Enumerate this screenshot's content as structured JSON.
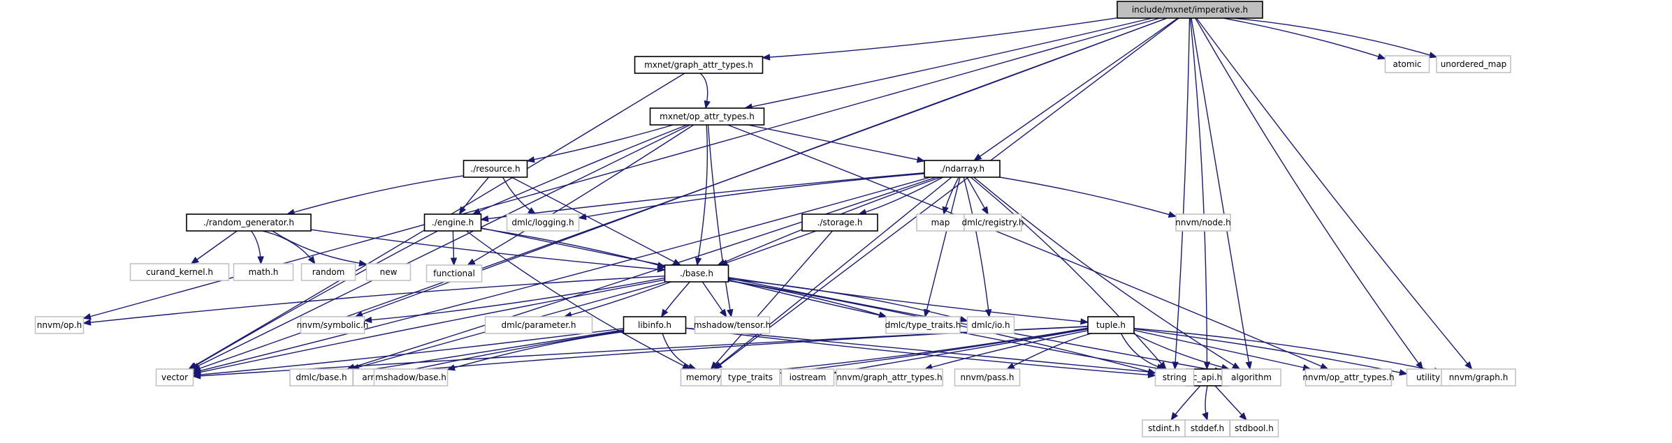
{
  "title": "include/mxnet/imperative.h include dependency graph",
  "colors": {
    "edge": "#191970",
    "root_fill": "#bfbfbf",
    "local_border": "#000000",
    "external_border": "#bfbfbf"
  },
  "nodes": [
    {
      "id": "imperative",
      "label": "include/mxnet/imperative.h",
      "kind": "root"
    },
    {
      "id": "graph_attr_types",
      "label": "mxnet/graph_attr_types.h",
      "kind": "local"
    },
    {
      "id": "op_attr_types",
      "label": "mxnet/op_attr_types.h",
      "kind": "local"
    },
    {
      "id": "resource",
      "label": "./resource.h",
      "kind": "local"
    },
    {
      "id": "ndarray",
      "label": "./ndarray.h",
      "kind": "local"
    },
    {
      "id": "random_generator",
      "label": "./random_generator.h",
      "kind": "local"
    },
    {
      "id": "engine",
      "label": "./engine.h",
      "kind": "local"
    },
    {
      "id": "storage",
      "label": "./storage.h",
      "kind": "local"
    },
    {
      "id": "base",
      "label": "./base.h",
      "kind": "local"
    },
    {
      "id": "libinfo",
      "label": "libinfo.h",
      "kind": "local"
    },
    {
      "id": "tuple",
      "label": "tuple.h",
      "kind": "local"
    },
    {
      "id": "c_api",
      "label": "c_api.h",
      "kind": "local"
    },
    {
      "id": "atomic",
      "label": "atomic",
      "kind": "external"
    },
    {
      "id": "unordered_map",
      "label": "unordered_map",
      "kind": "external"
    },
    {
      "id": "dmlc_logging",
      "label": "dmlc/logging.h",
      "kind": "external"
    },
    {
      "id": "map",
      "label": "map",
      "kind": "external"
    },
    {
      "id": "dmlc_registry",
      "label": "dmlc/registry.h",
      "kind": "external"
    },
    {
      "id": "nnvm_node",
      "label": "nnvm/node.h",
      "kind": "external"
    },
    {
      "id": "curand_kernel",
      "label": "curand_kernel.h",
      "kind": "external"
    },
    {
      "id": "math_h",
      "label": "math.h",
      "kind": "external"
    },
    {
      "id": "random",
      "label": "random",
      "kind": "external"
    },
    {
      "id": "new",
      "label": "new",
      "kind": "external"
    },
    {
      "id": "functional",
      "label": "functional",
      "kind": "external"
    },
    {
      "id": "nnvm_op",
      "label": "nnvm/op.h",
      "kind": "external"
    },
    {
      "id": "nnvm_symbolic",
      "label": "nnvm/symbolic.h",
      "kind": "external"
    },
    {
      "id": "dmlc_parameter",
      "label": "dmlc/parameter.h",
      "kind": "external"
    },
    {
      "id": "mshadow_tensor",
      "label": "mshadow/tensor.h",
      "kind": "external"
    },
    {
      "id": "dmlc_type_traits",
      "label": "dmlc/type_traits.h",
      "kind": "external"
    },
    {
      "id": "dmlc_io",
      "label": "dmlc/io.h",
      "kind": "external"
    },
    {
      "id": "vector",
      "label": "vector",
      "kind": "external"
    },
    {
      "id": "dmlc_base",
      "label": "dmlc/base.h",
      "kind": "external"
    },
    {
      "id": "array",
      "label": "array",
      "kind": "external"
    },
    {
      "id": "mshadow_base",
      "label": "mshadow/base.h",
      "kind": "external"
    },
    {
      "id": "memory",
      "label": "memory",
      "kind": "external"
    },
    {
      "id": "type_traits",
      "label": "type_traits",
      "kind": "external"
    },
    {
      "id": "iostream",
      "label": "iostream",
      "kind": "external"
    },
    {
      "id": "nnvm_graph_attr_types",
      "label": "nnvm/graph_attr_types.h",
      "kind": "external"
    },
    {
      "id": "nnvm_pass",
      "label": "nnvm/pass.h",
      "kind": "external"
    },
    {
      "id": "string",
      "label": "string",
      "kind": "external"
    },
    {
      "id": "algorithm",
      "label": "algorithm",
      "kind": "external"
    },
    {
      "id": "nnvm_op_attr_types",
      "label": "nnvm/op_attr_types.h",
      "kind": "external"
    },
    {
      "id": "utility",
      "label": "utility",
      "kind": "external"
    },
    {
      "id": "nnvm_graph",
      "label": "nnvm/graph.h",
      "kind": "external"
    },
    {
      "id": "stdint",
      "label": "stdint.h",
      "kind": "external"
    },
    {
      "id": "stddef",
      "label": "stddef.h",
      "kind": "external"
    },
    {
      "id": "stdbool",
      "label": "stdbool.h",
      "kind": "external"
    }
  ],
  "edges": [
    [
      "imperative",
      "graph_attr_types"
    ],
    [
      "imperative",
      "op_attr_types"
    ],
    [
      "imperative",
      "ndarray"
    ],
    [
      "imperative",
      "atomic"
    ],
    [
      "imperative",
      "unordered_map"
    ],
    [
      "imperative",
      "vector"
    ],
    [
      "imperative",
      "nnvm_op"
    ],
    [
      "imperative",
      "nnvm_symbolic"
    ],
    [
      "imperative",
      "string"
    ],
    [
      "imperative",
      "c_api"
    ],
    [
      "imperative",
      "utility"
    ],
    [
      "imperative",
      "nnvm_graph"
    ],
    [
      "imperative",
      "algorithm"
    ],
    [
      "imperative",
      "memory"
    ],
    [
      "graph_attr_types",
      "op_attr_types"
    ],
    [
      "graph_attr_types",
      "vector"
    ],
    [
      "op_attr_types",
      "resource"
    ],
    [
      "op_attr_types",
      "ndarray"
    ],
    [
      "op_attr_types",
      "engine"
    ],
    [
      "op_attr_types",
      "base"
    ],
    [
      "op_attr_types",
      "functional"
    ],
    [
      "op_attr_types",
      "mshadow_tensor"
    ],
    [
      "op_attr_types",
      "vector"
    ],
    [
      "op_attr_types",
      "nnvm_op_attr_types"
    ],
    [
      "resource",
      "random_generator"
    ],
    [
      "resource",
      "engine"
    ],
    [
      "resource",
      "dmlc_logging"
    ],
    [
      "resource",
      "base"
    ],
    [
      "ndarray",
      "engine"
    ],
    [
      "ndarray",
      "dmlc_logging"
    ],
    [
      "ndarray",
      "storage"
    ],
    [
      "ndarray",
      "map"
    ],
    [
      "ndarray",
      "dmlc_registry"
    ],
    [
      "ndarray",
      "nnvm_node"
    ],
    [
      "ndarray",
      "base"
    ],
    [
      "ndarray",
      "vector"
    ],
    [
      "ndarray",
      "dmlc_base"
    ],
    [
      "ndarray",
      "dmlc_type_traits"
    ],
    [
      "ndarray",
      "dmlc_io"
    ],
    [
      "ndarray",
      "string"
    ],
    [
      "ndarray",
      "algorithm"
    ],
    [
      "ndarray",
      "memory"
    ],
    [
      "random_generator",
      "curand_kernel"
    ],
    [
      "random_generator",
      "math_h"
    ],
    [
      "random_generator",
      "random"
    ],
    [
      "random_generator",
      "new"
    ],
    [
      "random_generator",
      "base"
    ],
    [
      "engine",
      "functional"
    ],
    [
      "engine",
      "base"
    ],
    [
      "engine",
      "vector"
    ],
    [
      "engine",
      "memory"
    ],
    [
      "engine",
      "algorithm"
    ],
    [
      "storage",
      "base"
    ],
    [
      "storage",
      "memory"
    ],
    [
      "base",
      "nnvm_op"
    ],
    [
      "base",
      "nnvm_symbolic"
    ],
    [
      "base",
      "dmlc_parameter"
    ],
    [
      "base",
      "mshadow_tensor"
    ],
    [
      "base",
      "dmlc_type_traits"
    ],
    [
      "base",
      "dmlc_io"
    ],
    [
      "base",
      "libinfo"
    ],
    [
      "base",
      "tuple"
    ],
    [
      "base",
      "dmlc_base"
    ],
    [
      "base",
      "vector"
    ],
    [
      "base",
      "string"
    ],
    [
      "base",
      "c_api"
    ],
    [
      "libinfo",
      "vector"
    ],
    [
      "libinfo",
      "dmlc_base"
    ],
    [
      "libinfo",
      "array"
    ],
    [
      "libinfo",
      "mshadow_base"
    ],
    [
      "libinfo",
      "memory"
    ],
    [
      "libinfo",
      "string"
    ],
    [
      "libinfo",
      "c_api"
    ],
    [
      "tuple",
      "vector"
    ],
    [
      "tuple",
      "dmlc_base"
    ],
    [
      "tuple",
      "memory"
    ],
    [
      "tuple",
      "type_traits"
    ],
    [
      "tuple",
      "iostream"
    ],
    [
      "tuple",
      "nnvm_graph_attr_types"
    ],
    [
      "tuple",
      "nnvm_pass"
    ],
    [
      "tuple",
      "string"
    ],
    [
      "tuple",
      "algorithm"
    ],
    [
      "tuple",
      "nnvm_op_attr_types"
    ],
    [
      "tuple",
      "utility"
    ],
    [
      "tuple",
      "nnvm_graph"
    ],
    [
      "c_api",
      "stdint"
    ],
    [
      "c_api",
      "stddef"
    ],
    [
      "c_api",
      "stdbool"
    ]
  ]
}
